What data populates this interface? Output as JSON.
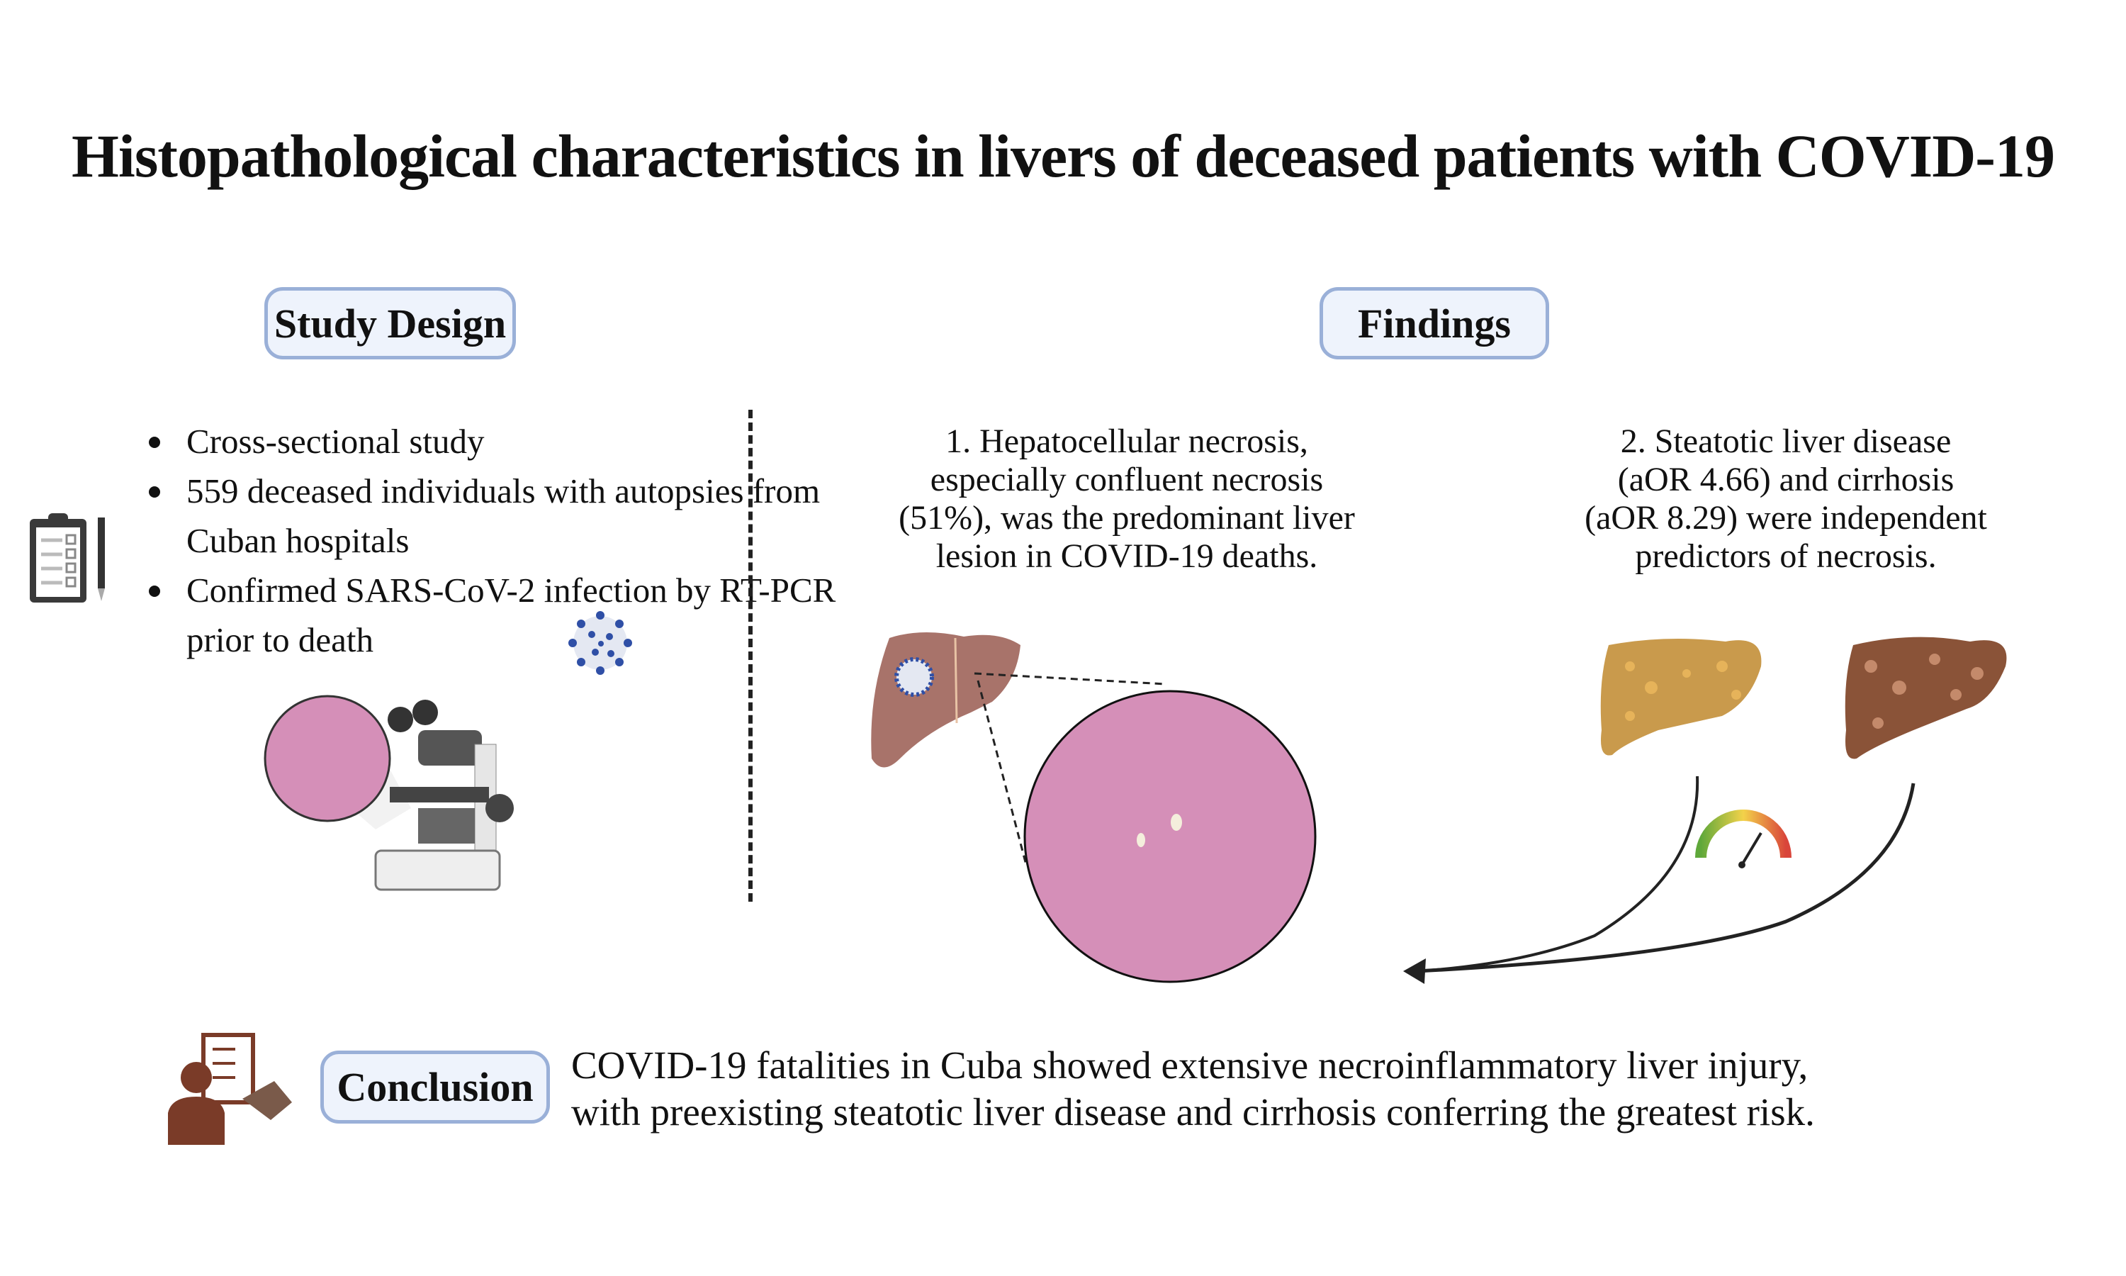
{
  "title": "Histopathological characteristics in livers of deceased patients with COVID-19",
  "study_design": {
    "label": "Study Design",
    "bullets": [
      "Cross-sectional study",
      "559 deceased individuals with autopsies from Cuban hospitals",
      "Confirmed SARS-CoV-2 infection by RT-PCR prior to death"
    ]
  },
  "findings": {
    "label": "Findings",
    "items": [
      "1.  Hepatocellular necrosis, especially confluent necrosis (51%), was the predominant liver lesion in COVID-19 deaths.",
      "2. Steatotic liver disease (aOR 4.66) and cirrhosis (aOR 8.29) were independent predictors of necrosis."
    ]
  },
  "conclusion": {
    "label": "Conclusion",
    "lines": [
      "COVID-19 fatalities in Cuba showed extensive necroinflammatory liver injury,",
      "with preexisting steatotic liver disease and cirrhosis conferring the greatest risk."
    ]
  },
  "colors": {
    "pill_bg": "#eef3fc",
    "pill_border": "#9ab0d8",
    "liver": "#a8736a",
    "fatty_liver": "#c99a4c",
    "cirrhotic_liver": "#8a5338",
    "histology": "#d58fb8"
  }
}
